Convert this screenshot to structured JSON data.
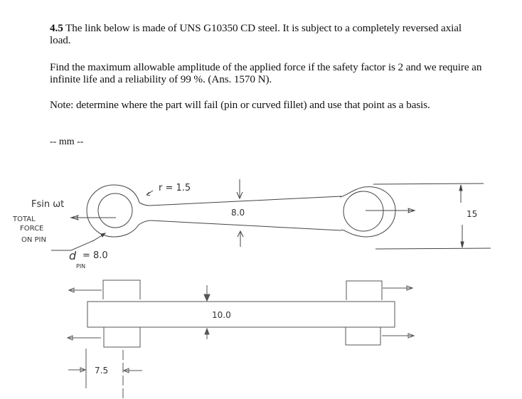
{
  "problem": {
    "number": "4.5",
    "statement": "The link below is made of  UNS G10350 CD steel.  It is subject to a completely reversed axial load.",
    "question": "Find the maximum allowable amplitude of the applied force if the safety factor is 2 and we require an infinite life and a reliability of 99 %.   (Ans. 1570 N).",
    "note": "Note: determine where the part will fail (pin or curved fillet) and use that point as a basis.",
    "units": "-- mm --"
  },
  "figure": {
    "top_view": {
      "fillet_radius_label": "r = 1.5",
      "link_width_label": "8.0",
      "eye_outer_diameter_label": "15",
      "force_label": "Fsin ωt",
      "force_note": [
        "TOTAL",
        "FORCE",
        "ON  PIN"
      ],
      "pin_diameter_label": "d",
      "pin_diameter_subscript": "PIN",
      "pin_diameter_value": "= 8.0"
    },
    "side_view": {
      "thickness_label": "10.0",
      "pin_width_label": "7.5"
    }
  }
}
